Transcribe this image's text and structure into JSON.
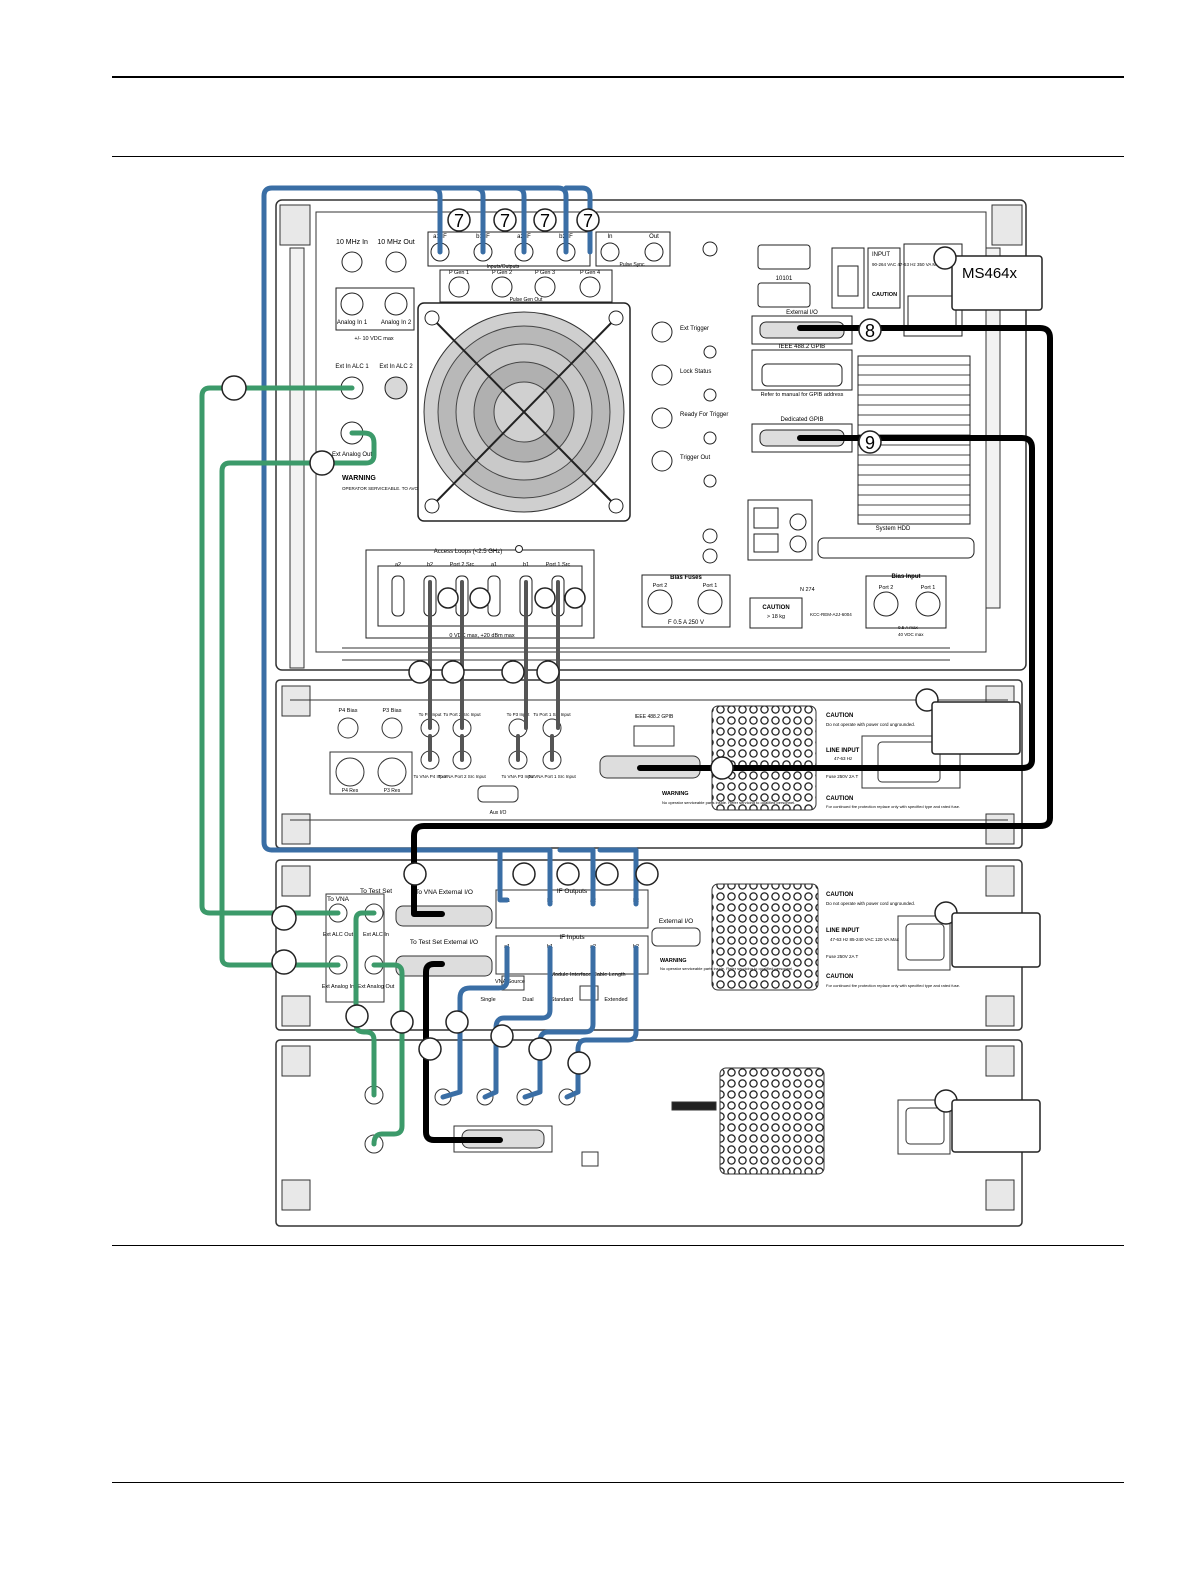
{
  "colors": {
    "blue_cable": "#3a6ea5",
    "green_cable": "#3c9a6a",
    "black_cable": "#000000",
    "panel_fill": "#ffffff",
    "panel_stroke": "#333333",
    "fan_gray": "#999999"
  },
  "top_instrument": {
    "connectors_top": {
      "ten_mhz_in": "10 MHz In",
      "ten_mhz_out": "10 MHz Out",
      "analog_in1": "Analog In 1",
      "analog_in2": "Analog In 2",
      "analog_note": "+/- 10 VDC max",
      "ext_in_alc1": "Ext In ALC 1",
      "ext_in_alc2": "Ext In ALC 2",
      "ext_analog_out": "Ext Analog Out",
      "warning_title": "WARNING",
      "warning_text": "OPERATOR SERVICEABLE. TO AVOID INJURY, REFER SERVICING TO QUALIFIED PERSONNEL."
    },
    "if_ports": [
      "a1 IF",
      "b1 IF",
      "a2 IF",
      "b2 IF"
    ],
    "if_group_label": "Inputs/Outputs",
    "pulse_sync": [
      "In",
      "Out"
    ],
    "pulse_sync_label": "Pulse Sync",
    "pulse_gen": [
      "P Gen 1",
      "P Gen 2",
      "P Gen 3",
      "P Gen 4"
    ],
    "pulse_gen_label": "Pulse Gen Out",
    "trigger_labels": [
      "Ext Trigger",
      "Lock Status",
      "Ready For Trigger",
      "Trigger Out"
    ],
    "vga_label": "10101",
    "external_io": "External I/O",
    "ieee_gpib": "IEEE 488.2 GPIB",
    "gpib_note": "Refer to manual for GPIB address",
    "dedicated_gpib": "Dedicated GPIB",
    "input_label": "INPUT",
    "input_spec": "90-264 VAC 47-63 Hz 350 VA Max",
    "caution_label": "CAUTION",
    "system_hdd": "System HDD",
    "model_label": "MS464x",
    "access_loops_label": "Access Loops (<2.5 GHz)",
    "access_loops": [
      "a2",
      "b2",
      "Port 2 Src",
      "a1",
      "b1",
      "Port 1 Src"
    ],
    "access_loops_note": "0 VDC max, +20 dBm max",
    "bias_fuses": "Bias Fuses",
    "bias_fuse_ports": [
      "Port 2",
      "Port 1"
    ],
    "bias_fuse_rating": "F 0.5 A 250 V",
    "caution_weight": "CAUTION",
    "weight_note": "> 18 kg",
    "bias_input": "Bias Input",
    "bias_input_ports": [
      "Port 2",
      "Port 1"
    ],
    "bias_input_max": [
      "0.5 A max",
      "40 VDC max"
    ],
    "compliance_code": "N 274",
    "kcc_code": "KCC-REM-A2J-6004"
  },
  "middle_instrument": {
    "p4_bias": "P4 Bias",
    "p3_bias": "P3 Bias",
    "to_ports": [
      "To P4 Input",
      "To Port 2 Src Input",
      "To P3 Input",
      "To Port 1 Src Input"
    ],
    "to_vna": [
      "To VNA P4 Input",
      "To VNA Port 2 Src Input",
      "To VNA P3 Input",
      "To VNA Port 1 Src Input"
    ],
    "p4_res": "P4 Res",
    "p3_res": "P3 Res",
    "aux_io": "Aux I/O",
    "ieee_gpib": "IEEE 488.2 GPIB",
    "caution": "CAUTION",
    "caution_text": "Do not operate with power cord ungrounded.",
    "line_input": "LINE INPUT",
    "line_spec": "47-63 Hz",
    "fuse": "Fuse 250V 2A T",
    "caution2_text": "For continued fire protection replace only with specified type and rated fuse.",
    "warning": "WARNING",
    "warning_text": "No operator serviceable parts inside. Refer servicing to qualified personnel."
  },
  "test_set": {
    "to_vna_title": "To VNA",
    "to_test_set_title": "To Test Set",
    "ext_alc_out": "Ext ALC Out",
    "ext_alc_in": "Ext ALC In",
    "ext_analog_in": "Ext Analog In",
    "ext_analog_out": "Ext Analog Out",
    "to_vna_external_io": "To VNA External I/O",
    "to_test_set_external_io": "To Test Set External I/O",
    "if_outputs": "IF Outputs",
    "if_inputs": "IF Inputs",
    "if_channels": [
      "a1",
      "b1",
      "a2",
      "b2"
    ],
    "external_io": "External I/O",
    "vna_source": "VNA Source",
    "vna_source_options": [
      "Single",
      "Dual"
    ],
    "module_interface": "Module Interface Cable Length",
    "module_options": [
      "Standard",
      "Extended"
    ],
    "caution": "CAUTION",
    "caution_text": "Do not operate with power cord ungrounded.",
    "line_input": "LINE INPUT",
    "line_spec": "47-63 Hz 85-240 VAC 120 VA Max",
    "fuse": "Fuse 250V 2A T",
    "caution2_text": "For continued fire protection replace only with specified type and rated fuse.",
    "warning": "WARNING",
    "warning_text": "No operator serviceable parts inside. Refer servicing to qualified personnel."
  },
  "callouts": {
    "if_cable": "7",
    "external_io_cable": "8",
    "gpib_cable": "9"
  }
}
